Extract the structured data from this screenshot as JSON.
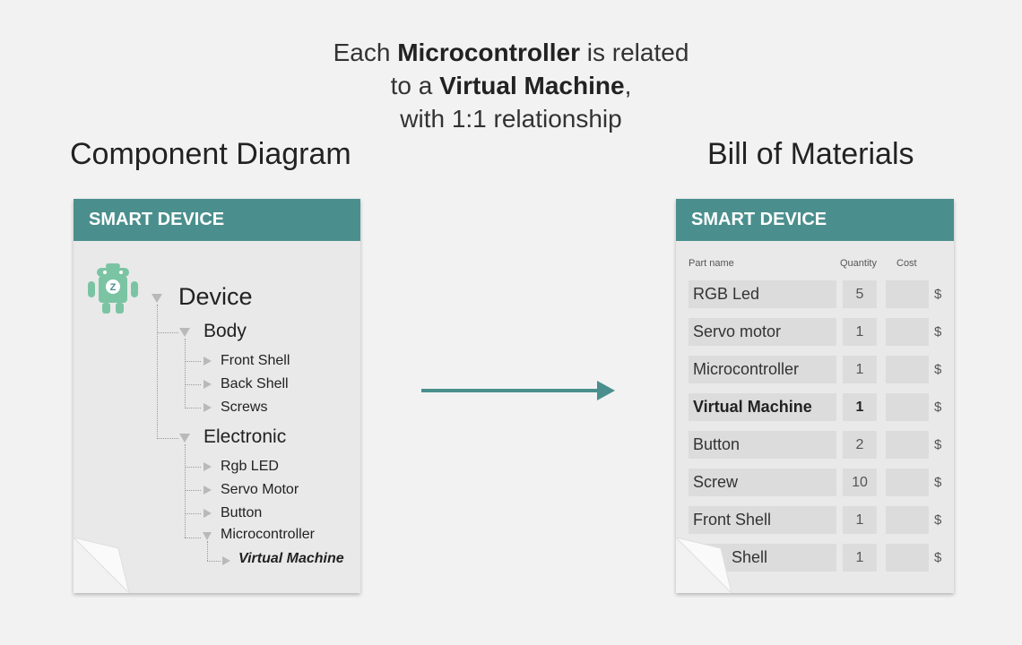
{
  "headline": {
    "line1_pre": "Each ",
    "line1_bold": "Microcontroller",
    "line1_post": " is related",
    "line2_pre": "to a ",
    "line2_bold": "Virtual Machine",
    "line2_post": ",",
    "line3": "with 1:1 relationship"
  },
  "left": {
    "title": "Component Diagram",
    "doc_header": "SMART DEVICE",
    "tree": {
      "device": "Device",
      "body": "Body",
      "front_shell": "Front Shell",
      "back_shell": "Back Shell",
      "screws": "Screws",
      "electronic": "Electronic",
      "rgb_led": "Rgb LED",
      "servo_motor": "Servo Motor",
      "button": "Button",
      "microcontroller": "Microcontroller",
      "virtual_machine": "Virtual Machine"
    }
  },
  "right": {
    "title": "Bill of Materials",
    "doc_header": "SMART DEVICE",
    "columns": {
      "part": "Part name",
      "qty": "Quantity",
      "cost": "Cost"
    },
    "currency": "$",
    "rows": [
      {
        "name": "RGB Led",
        "qty": "5"
      },
      {
        "name": "Servo motor",
        "qty": "1"
      },
      {
        "name": "Microcontroller",
        "qty": "1"
      },
      {
        "name": "Virtual Machine",
        "qty": "1"
      },
      {
        "name": "Button",
        "qty": "2"
      },
      {
        "name": "Screw",
        "qty": "10"
      },
      {
        "name": "Front Shell",
        "qty": "1"
      },
      {
        "name": "Shell",
        "qty": "1"
      }
    ]
  },
  "colors": {
    "accent": "#4a8f8d",
    "robot": "#7bc4a3",
    "background": "#f2f2f2"
  },
  "icons": {
    "robot": "robot-icon",
    "arrow": "arrow-right-icon"
  }
}
